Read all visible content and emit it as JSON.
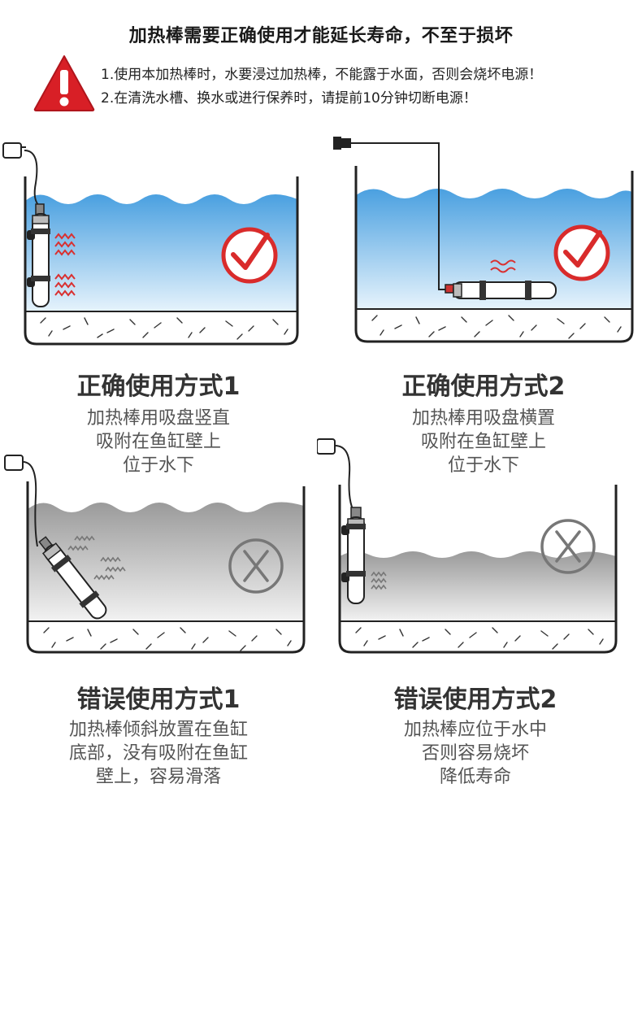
{
  "page": {
    "title": "加热棒需要正确使用才能延长寿命，不至于损坏",
    "warning_lines": [
      "1.使用本加热棒时，水要浸过加热棒，不能露于水面，否则会烧坏电源！",
      "2.在清洗水槽、换水或进行保养时，请提前10分钟切断电源！"
    ]
  },
  "colors": {
    "water_correct": "#6fb4e6",
    "water_wrong": "#a9a9a9",
    "check_red": "#d92b2b",
    "cross_gray": "#777777",
    "heat_red": "#d93030",
    "heat_gray": "#777777",
    "warning_red": "#d81f26"
  },
  "icons": {
    "warning": "warning-triangle-icon",
    "correct": "check-circle-icon",
    "wrong": "cross-circle-icon"
  },
  "panels": {
    "correct1": {
      "title": "正确使用方式1",
      "desc": [
        "加热棒用吸盘竖直",
        "吸附在鱼缸壁上",
        "位于水下"
      ]
    },
    "correct2": {
      "title": "正确使用方式2",
      "desc": [
        "加热棒用吸盘横置",
        "吸附在鱼缸壁上",
        "位于水下"
      ]
    },
    "wrong1": {
      "title": "错误使用方式1",
      "desc": [
        "加热棒倾斜放置在鱼缸",
        "底部，没有吸附在鱼缸",
        "壁上，容易滑落"
      ]
    },
    "wrong2": {
      "title": "错误使用方式2",
      "desc": [
        "加热棒应位于水中",
        "否则容易烧坏",
        "降低寿命"
      ]
    }
  }
}
